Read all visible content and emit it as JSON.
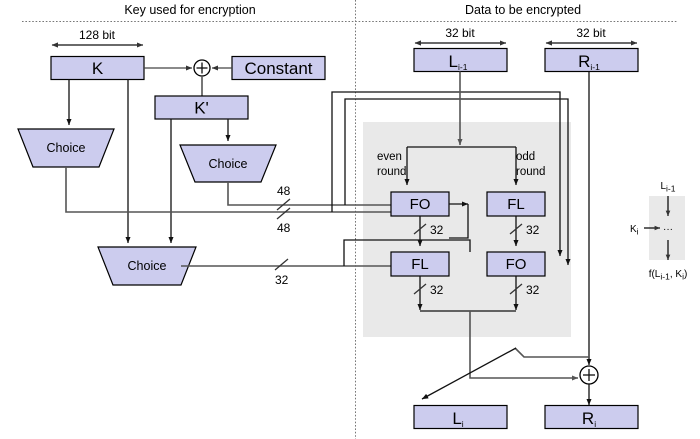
{
  "diagram": {
    "title": "MISTY1 / KASUMI-style Feistel round with key schedule",
    "headers": {
      "left": "Key used for encryption",
      "right": "Data to be encrypted"
    },
    "colors": {
      "box_fill": "#ccccee",
      "box_stroke": "#000000",
      "gray_region": "#e9e9e9",
      "wire": "#555555",
      "divider": "#777777"
    },
    "dimension_labels": {
      "key_width": "128 bit",
      "left_half": "32 bit",
      "right_half": "32 bit"
    },
    "key_side": {
      "k_box": "K",
      "constant_box": "Constant",
      "kprime_box": "K'",
      "xor_symbol": "+",
      "choice_1": "Choice",
      "choice_2": "Choice",
      "choice_3": "Choice",
      "bus_48_a": "48",
      "bus_48_b": "48",
      "bus_32": "32"
    },
    "data_side": {
      "l_in": "L",
      "l_in_sub": "i-1",
      "r_in": "R",
      "r_in_sub": "i-1",
      "l_out": "L",
      "l_out_sub": "i",
      "r_out": "R",
      "r_out_sub": "i",
      "even_round_l1": "even",
      "even_round_l2": "round",
      "odd_round_l1": "odd",
      "odd_round_l2": "round",
      "fo_even": "FO",
      "fl_even": "FL",
      "fl_odd": "FL",
      "fo_odd": "FO",
      "width_even_1": "32",
      "width_even_2": "32",
      "width_odd_1": "32",
      "width_odd_2": "32",
      "xor_symbol": "+"
    },
    "inset": {
      "top_label": "L",
      "top_label_sub": "i-1",
      "key_label": "K",
      "key_label_sub": "i",
      "body": "···",
      "out_prefix": "f(L",
      "out_sub1": "i-1",
      "out_mid": ", K",
      "out_sub2": "i",
      "out_suffix": ")"
    }
  }
}
